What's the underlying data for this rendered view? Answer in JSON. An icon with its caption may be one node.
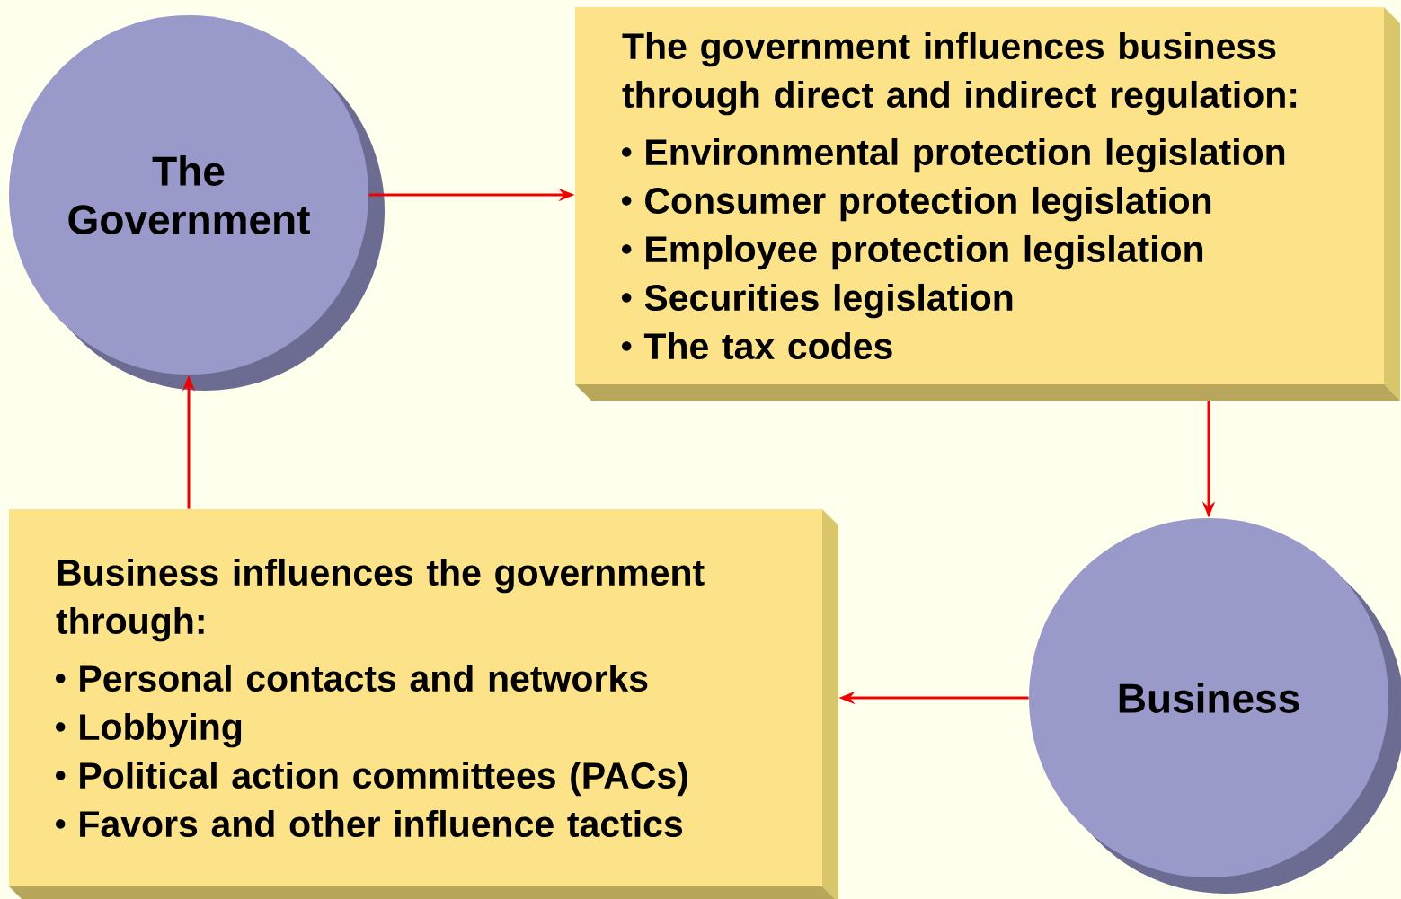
{
  "diagram": {
    "nodes": [
      {
        "text": [
          "The Government"
        ]
      },
      {
        "text": [
          "The government influences business through direct and indirect regulation:",
          "Environmental protection legislation",
          "Consumer protection legislation",
          "Employee protection legislation",
          "Securities legislation",
          "The tax codes"
        ]
      },
      {
        "text": [
          "Business"
        ]
      },
      {
        "text": [
          "Business influences the government through:",
          "Personal contacts and networks",
          "Lobbying",
          "Political action committees (PACs)",
          "Favors and other influence tactics"
        ]
      }
    ],
    "edges": [
      {
        "from": 0,
        "to": 1,
        "arrow": "to"
      },
      {
        "from": 1,
        "to": 2,
        "arrow": "to"
      },
      {
        "from": 2,
        "to": 3,
        "arrow": "to"
      },
      {
        "from": 3,
        "to": 0,
        "arrow": "to"
      }
    ]
  }
}
